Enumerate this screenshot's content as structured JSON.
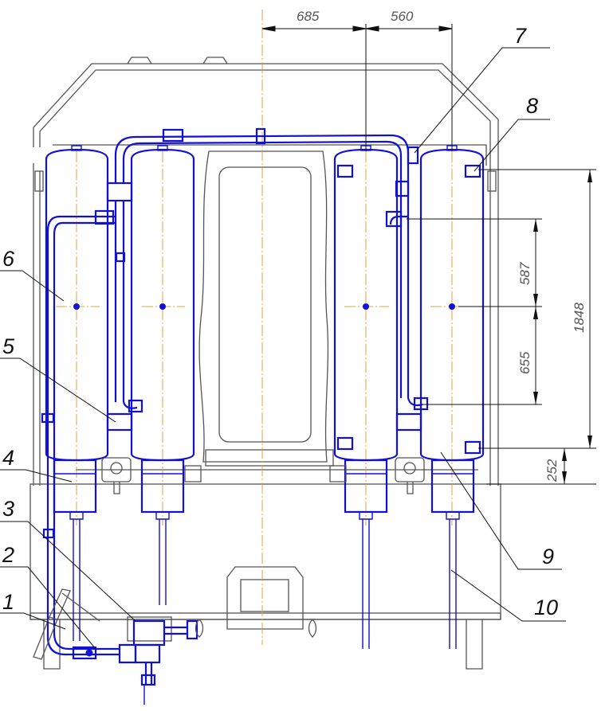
{
  "dimensions": {
    "d685": "685",
    "d560": "560",
    "d587": "587",
    "d655": "655",
    "d1848": "1848",
    "d252": "252"
  },
  "callouts": [
    "1",
    "2",
    "3",
    "4",
    "5",
    "6",
    "7",
    "8",
    "9",
    "10"
  ],
  "colors": {
    "pipework": "#1010d8",
    "frame": "#555555",
    "centerline": "#e0a040",
    "dimension": "#111111"
  }
}
